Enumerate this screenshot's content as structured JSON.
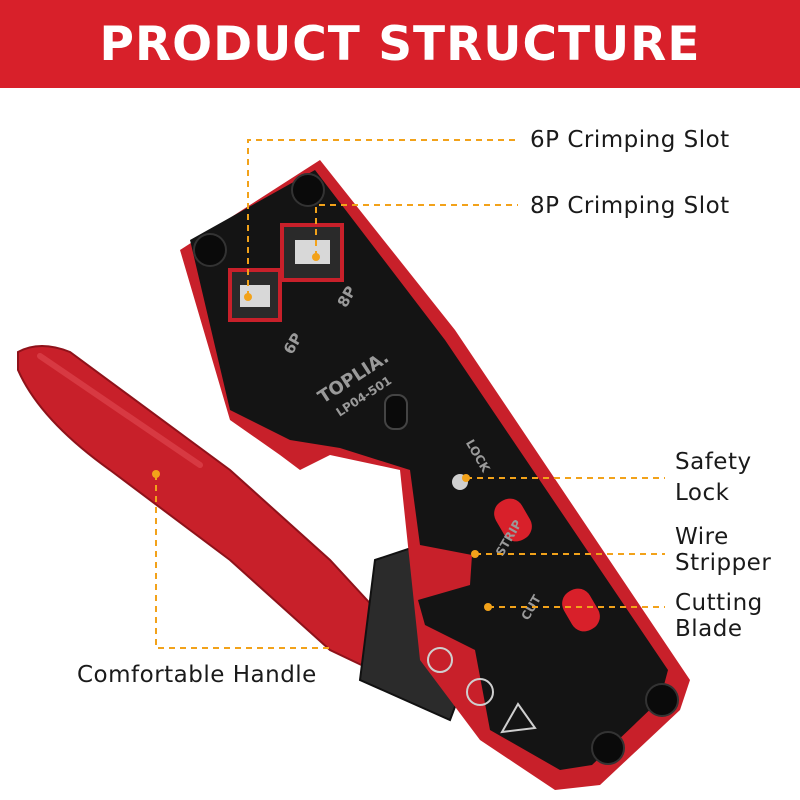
{
  "header": {
    "title": "PRODUCT STRUCTURE"
  },
  "colors": {
    "banner": "#d8202a",
    "leader": "#f2a21a",
    "tool_red": "#c8202a",
    "tool_black": "#141414"
  },
  "tool": {
    "brand": "TOPLIA.",
    "model": "LP04-501",
    "slot_6p": "6P",
    "slot_8p": "8P",
    "lock_mark": "LOCK",
    "strip_mark": "STRIP",
    "cut_mark": "CUT"
  },
  "callouts": {
    "crimp_6p": "6P Crimping Slot",
    "crimp_8p": "8P Crimping Slot",
    "safety_lock": [
      "Safety",
      "Lock"
    ],
    "wire_stripper": [
      "Wire",
      "Stripper"
    ],
    "cutting_blade": [
      "Cutting",
      "Blade"
    ],
    "handle": "Comfortable Handle"
  }
}
